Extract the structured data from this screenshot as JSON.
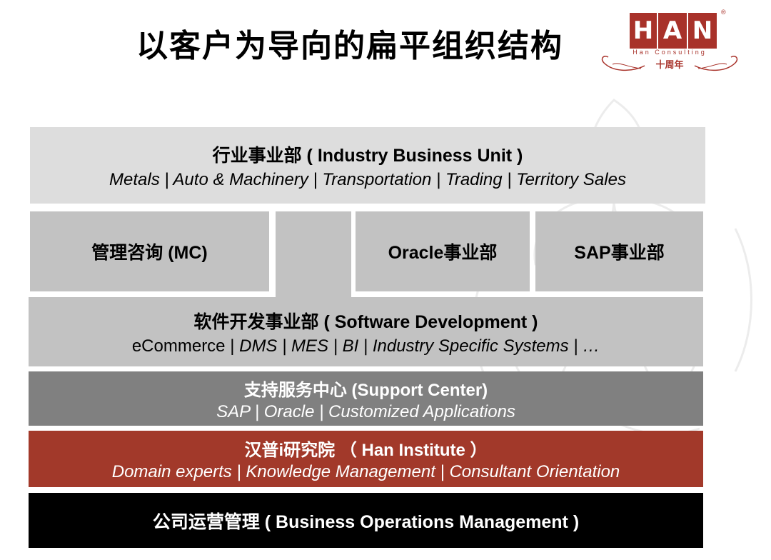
{
  "slide": {
    "title": "以客户为导向的扁平组织结构"
  },
  "logo": {
    "letters": [
      "H",
      "A",
      "N"
    ],
    "registered": "®",
    "subtitle": "Han Consulting",
    "anniversary": "十周年",
    "brand_color": "#a8322a"
  },
  "org": {
    "industry_bu": {
      "heading": "行业事业部 ( Industry Business Unit )",
      "items": "Metals | Auto & Machinery | Transportation | Trading | Territory Sales",
      "color": "#dddddd"
    },
    "mc": {
      "heading": "管理咨询 (MC)",
      "color": "#c2c2c2"
    },
    "oracle_bu": {
      "heading": "Oracle事业部",
      "color": "#c2c2c2"
    },
    "sap_bu": {
      "heading": "SAP事业部",
      "color": "#c2c2c2"
    },
    "software_dev": {
      "heading": "软件开发事业部 ( Software Development )",
      "items_plain": "eCommerce | ",
      "items_italic": "DMS | MES | BI | Industry Specific Systems | …",
      "color": "#c2c2c2"
    },
    "support_center": {
      "heading": "支持服务中心 (Support Center)",
      "items": "SAP | Oracle | Customized Applications",
      "color": "#808080"
    },
    "han_institute": {
      "heading": "汉普i研究院 （ Han Institute ）",
      "items": "Domain experts | Knowledge Management | Consultant Orientation",
      "color": "#a2392a"
    },
    "business_ops": {
      "heading": "公司运营管理 ( Business Operations Management  )",
      "color": "#000000"
    }
  }
}
